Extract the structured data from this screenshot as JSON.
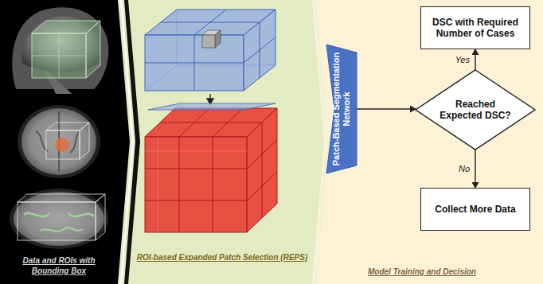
{
  "diagram": {
    "nodes": [
      {
        "text": [
          "Patch-Based Segmentation Network"
        ]
      },
      {
        "text": [
          "Reached Expected DSC?"
        ]
      },
      {
        "text": [
          "DSC with Required Number of Cases"
        ]
      },
      {
        "text": [
          "Collect More Data"
        ]
      }
    ],
    "edges": [
      {
        "from": 0,
        "to": 1,
        "arrow": "to"
      },
      {
        "from": 1,
        "to": 2,
        "label": "Yes",
        "arrow": "to"
      },
      {
        "from": 1,
        "to": 3,
        "label": "No",
        "arrow": "to"
      }
    ],
    "labels": [
      "Data and ROIs with Bounding Box",
      "ROI-based Expanded Patch Selection (REPS)",
      "Model Training and Decision"
    ]
  }
}
